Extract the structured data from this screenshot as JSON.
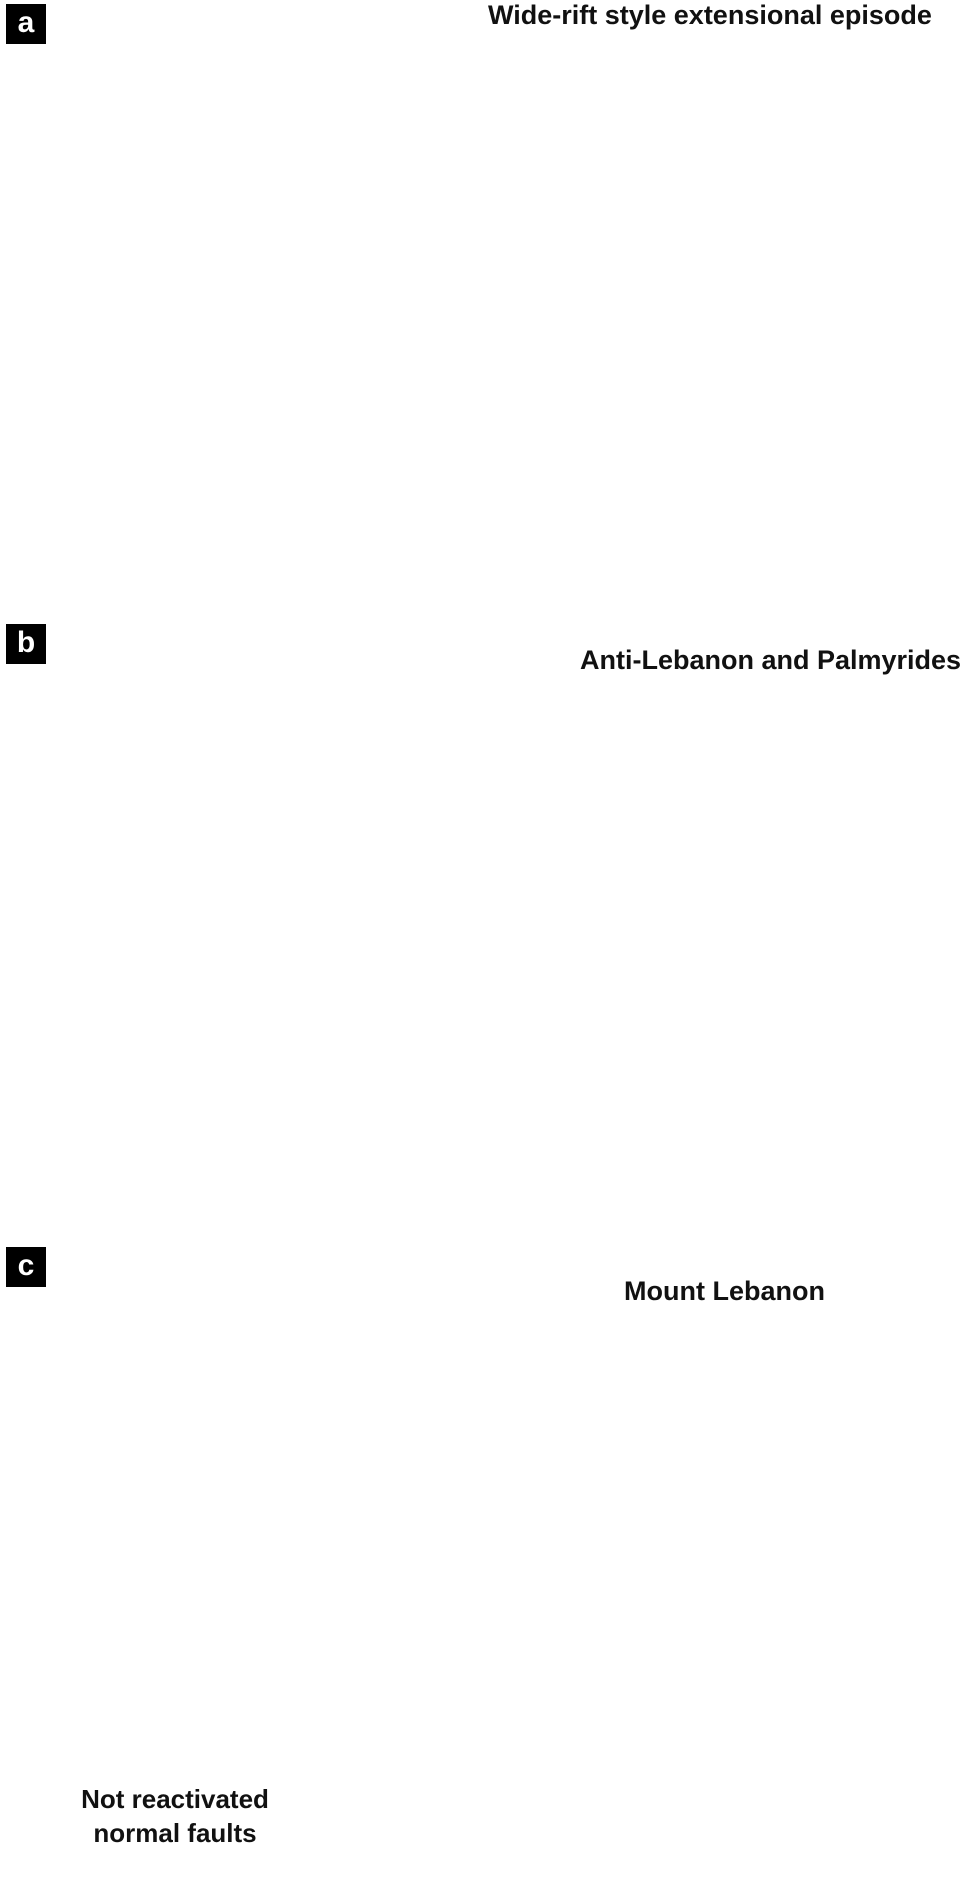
{
  "panels": [
    {
      "badge": "a",
      "title": "Wide-rift style extensional episode"
    },
    {
      "badge": "b",
      "title": "Anti-Lebanon and Palmyrides"
    },
    {
      "badge": "c",
      "title": ""
    }
  ],
  "annotations": {
    "mount_lebanon": "Mount Lebanon",
    "not_reactivated_line1": "Not reactivated",
    "not_reactivated_line2": "normal faults"
  },
  "colors": {
    "top_surface": "#c9b29a",
    "side_face": "#e9dccd",
    "rift_light": "#e2d4c4",
    "rift_mid": "#d8c6b4",
    "mountain": "#9a8270",
    "sea": "#a6bcbd",
    "water_edge": "#a9d7ea",
    "outline": "#1a1a1a"
  },
  "icons": [
    "north-arrow-icon",
    "out-of-page-symbol-icon",
    "into-page-symbol-icon",
    "motion-arrow-icon"
  ]
}
